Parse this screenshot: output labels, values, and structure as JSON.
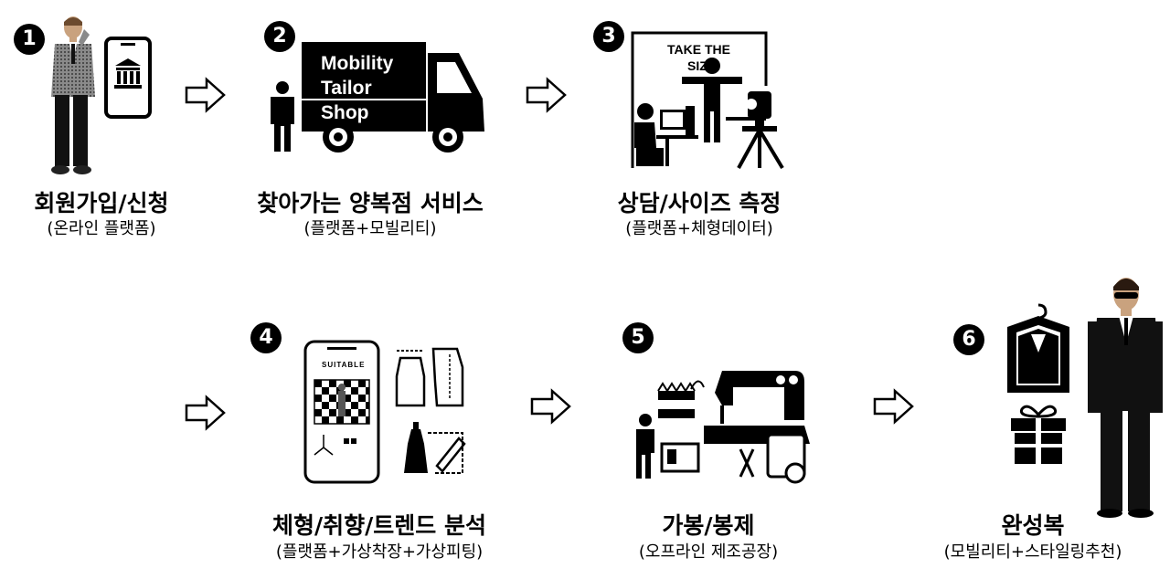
{
  "steps": [
    {
      "number": "1",
      "title": "회원가입/신청",
      "subtitle": "(온라인 플랫폼)"
    },
    {
      "number": "2",
      "title": "찾아가는 양복점 서비스",
      "subtitle": "(플랫폼+모빌리티)",
      "truck_text": [
        "Mobility",
        "Tailor",
        "Shop"
      ]
    },
    {
      "number": "3",
      "title": "상담/사이즈 측정",
      "subtitle": "(플랫폼+체형데이터)",
      "board_text": [
        "TAKE THE",
        "SIZE"
      ]
    },
    {
      "number": "4",
      "title": "체형/취향/트렌드 분석",
      "subtitle": "(플랫폼+가상착장+가상피팅)",
      "app_label": "SUITABLE"
    },
    {
      "number": "5",
      "title": "가봉/봉제",
      "subtitle": "(오프라인 제조공장)"
    },
    {
      "number": "6",
      "title": "완성복",
      "subtitle": "(모빌리티+스타일링추천)"
    }
  ]
}
